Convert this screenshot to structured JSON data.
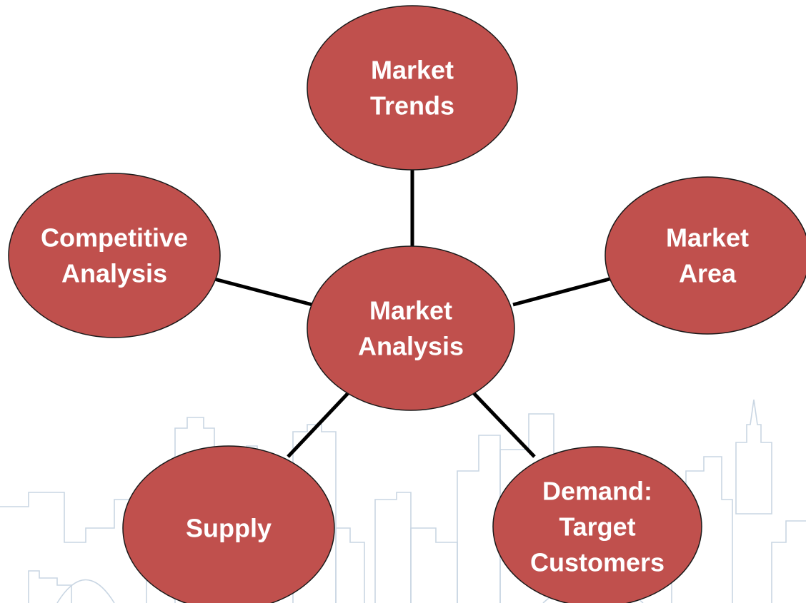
{
  "diagram": {
    "center": {
      "id": "market-analysis",
      "lines": [
        "Market",
        "Analysis"
      ]
    },
    "nodes": [
      {
        "id": "market-trends",
        "lines": [
          "Market",
          "Trends"
        ]
      },
      {
        "id": "competitive-analysis",
        "lines": [
          "Competitive",
          "Analysis"
        ]
      },
      {
        "id": "market-area",
        "lines": [
          "Market",
          "Area"
        ]
      },
      {
        "id": "supply",
        "lines": [
          "Supply"
        ]
      },
      {
        "id": "demand-target-customers",
        "lines": [
          "Demand:",
          "Target",
          "Customers"
        ]
      }
    ],
    "edges": [
      {
        "from": "market-analysis",
        "to": "market-trends"
      },
      {
        "from": "market-analysis",
        "to": "competitive-analysis"
      },
      {
        "from": "market-analysis",
        "to": "market-area"
      },
      {
        "from": "market-analysis",
        "to": "supply"
      },
      {
        "from": "market-analysis",
        "to": "demand-target-customers"
      }
    ],
    "colors": {
      "node_fill": "#c0504d",
      "node_stroke": "#1a1a1a",
      "label": "#ffffff",
      "connector": "#000000",
      "skyline": "#c9d6e3"
    }
  }
}
